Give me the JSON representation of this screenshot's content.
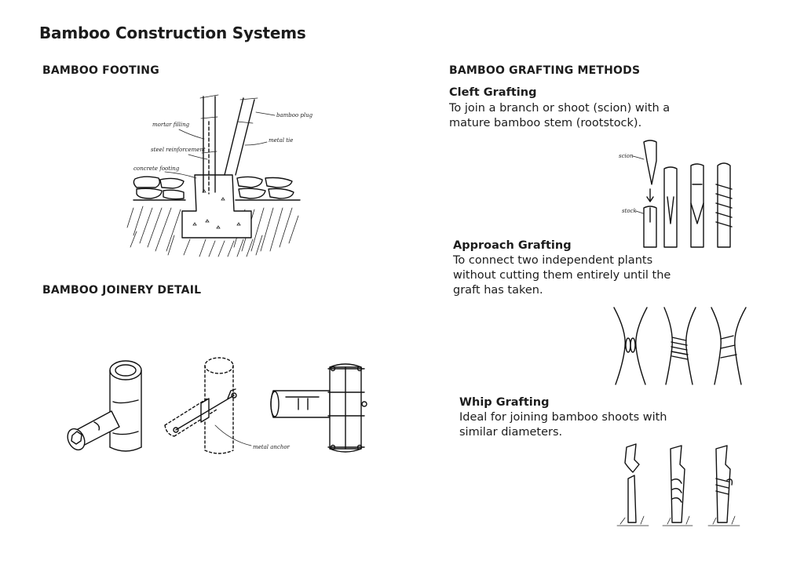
{
  "page": {
    "title": "Bamboo Construction Systems"
  },
  "left": {
    "footing_heading": "BAMBOO FOOTING",
    "joinery_heading": "BAMBOO JOINERY DETAIL",
    "footing_labels": {
      "bamboo_plug": "bamboo plug",
      "mortar_filling": "mortar filling",
      "steel_reinforcement": "steel reinforcement",
      "concrete_footing": "concrete footing",
      "metal_tie": "metal tie"
    },
    "joinery_labels": {
      "metal_anchor": "metal anchor"
    }
  },
  "right": {
    "grafting_heading": "BAMBOO GRAFTING METHODS",
    "methods": [
      {
        "name": "Cleft Grafting",
        "description": "To join a branch or shoot (scion) with a mature bamboo stem (rootstock).",
        "labels": {
          "scion": "scion",
          "stock": "stock"
        }
      },
      {
        "name": "Approach Grafting",
        "description": "To connect two independent plants without cutting them entirely until the graft has taken."
      },
      {
        "name": "Whip Grafting",
        "description": "Ideal for joining bamboo shoots with similar diameters."
      }
    ]
  }
}
